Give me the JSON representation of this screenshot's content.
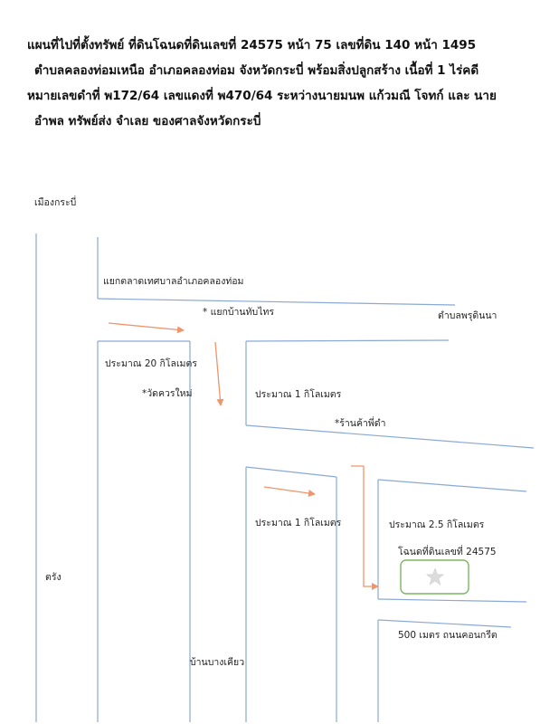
{
  "header": {
    "lines": [
      "แผนที่ไปที่ตั้งทรัพย์ ที่ดินโฉนดที่ดินเลขที่  24575 หน้า 75 เลขที่ดิน 140 หน้า 1495",
      "ตำบลคลองท่อมเหนือ อำเภอคลองท่อม จังหวัดกระบี่ พร้อมสิ่งปลูกสร้าง เนื้อที่  1 ไร่คดี",
      "หมายเลขดำที่ พ172/64 เลขแดงที่ พ470/64 ระหว่างนายมนพ  แก้วมณี โจทก์ และ นาย",
      "อำพล  ทรัพย์ส่ง  จำเลย  ของศาลจังหวัดกระบี่"
    ]
  },
  "map": {
    "labels": {
      "krabi_city": "เมืองกระบี่",
      "intersection_municipal": "แยกตลาดเทศบาลอำเภอคลองท่อม",
      "junction_ban_thap_sai": "* แยกบ้านทับไทร",
      "tambon_phru_din_na": "ตำบลพรุดินนา",
      "distance_20km": "ประมาณ 20 กิโลเมตร",
      "wat_khuan_mai": "*วัดควรใหม่",
      "distance_1km_a": "ประมาณ  1  กิโลเมตร",
      "shop_phi_dam": "*ร้านค้าพี่ดำ",
      "distance_1km_b": "ประมาณ 1 กิโลเมตร",
      "distance_2_5km": "ประมาณ  2.5 กิโลเมตร",
      "title_deed": "โฉนดที่ดินเลขที่ 24575",
      "trang": "ตรัง",
      "concrete_road": "500 เมตร ถนนคอนกรีต",
      "ban_bang_khiao": "บ้านบางเคียว"
    },
    "colors": {
      "road": "#8aa9d6",
      "arrow": "#f0946a",
      "parcel_border": "#7ab85f",
      "star": "#dcdcdc"
    },
    "icons": [
      "direction-arrow",
      "star-icon"
    ]
  }
}
